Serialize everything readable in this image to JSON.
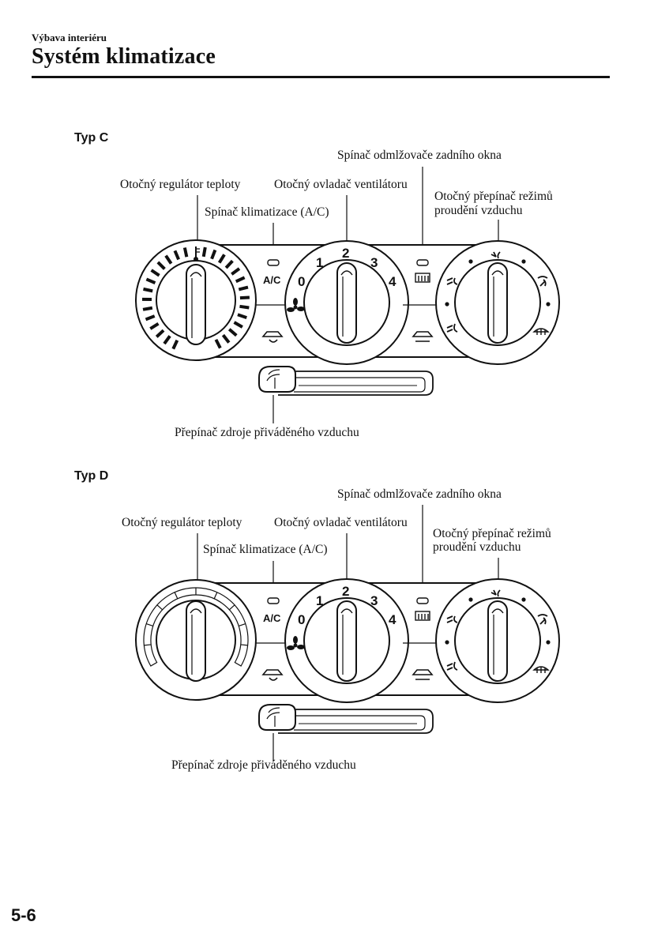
{
  "header": {
    "section": "Výbava interiéru",
    "title": "Systém klimatizace"
  },
  "panels": [
    {
      "type_label": "Typ C",
      "labels": {
        "rear_defroster_switch": "Spínač odmlžovače zadního okna",
        "temperature_dial": "Otočný regulátor teploty",
        "fan_dial": "Otočný ovladač ventilátoru",
        "ac_switch": "Spínač klimatizace (A/C)",
        "mode_dial_line1": "Otočný přepínač režimů",
        "mode_dial_line2": "proudění vzduchu",
        "air_source_lever": "Přepínač zdroje přiváděného vzduchu"
      },
      "fan_speeds": [
        "0",
        "1",
        "2",
        "3",
        "4"
      ],
      "ac_text": "A/C",
      "temperature_scale": "tick-marks",
      "icons": [
        "thermometer-icon",
        "fan-icon",
        "recirculation-icon",
        "fresh-air-icon",
        "rear-defroster-icon",
        "face-vent-icon",
        "bilevel-icon",
        "floor-icon",
        "floor-defrost-icon",
        "windshield-defrost-icon"
      ]
    },
    {
      "type_label": "Typ D",
      "labels": {
        "rear_defroster_switch": "Spínač odmlžovače zadního okna",
        "temperature_dial": "Otočný regulátor teploty",
        "fan_dial": "Otočný ovladač ventilátoru",
        "ac_switch": "Spínač klimatizace (A/C)",
        "mode_dial_line1": "Otočný přepínač režimů",
        "mode_dial_line2": "proudění vzduchu",
        "air_source_lever": "Přepínač zdroje přiváděného vzduchu"
      },
      "fan_speeds": [
        "0",
        "1",
        "2",
        "3",
        "4"
      ],
      "ac_text": "A/C",
      "temperature_scale": "segmented-arc",
      "icons": [
        "fan-icon",
        "recirculation-icon",
        "fresh-air-icon",
        "rear-defroster-icon",
        "face-vent-icon",
        "bilevel-icon",
        "floor-icon",
        "floor-defrost-icon",
        "windshield-defrost-icon"
      ]
    }
  ],
  "footer": {
    "page_number": "5-6"
  }
}
